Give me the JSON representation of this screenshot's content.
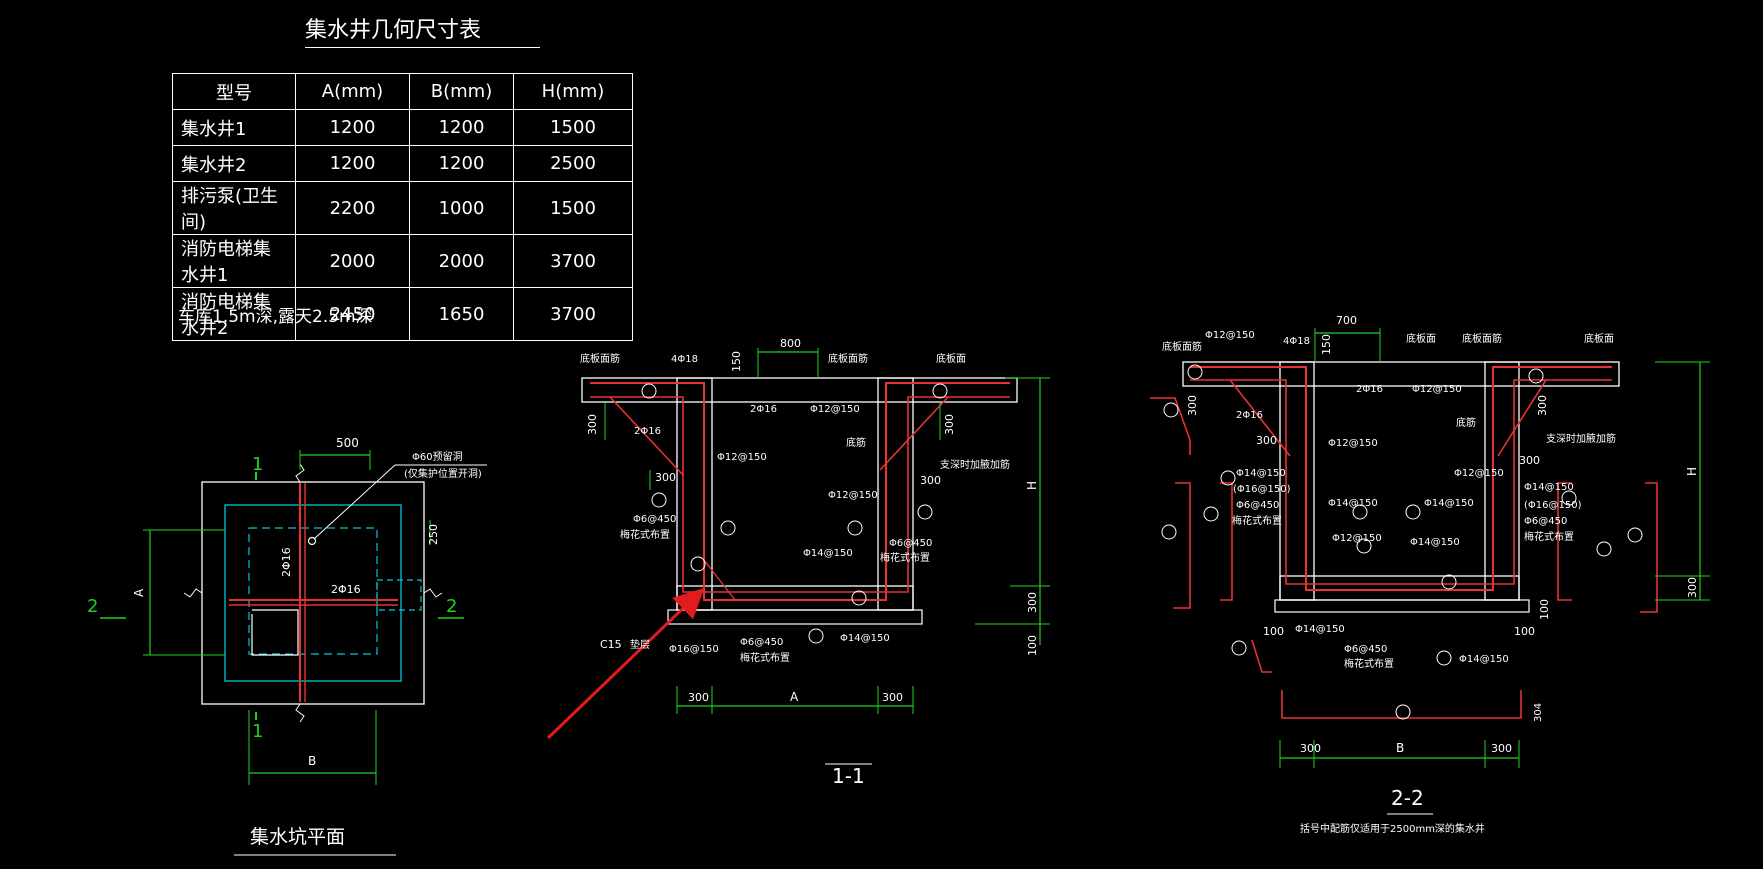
{
  "table": {
    "title": "集水井几何尺寸表",
    "headers": [
      "型号",
      "A(mm)",
      "B(mm)",
      "H(mm)"
    ],
    "rows": [
      [
        "集水井1",
        "1200",
        "1200",
        "1500"
      ],
      [
        "集水井2",
        "1200",
        "1200",
        "2500"
      ],
      [
        "排污泵(卫生间)",
        "2200",
        "1000",
        "1500"
      ],
      [
        "消防电梯集水井1",
        "2000",
        "2000",
        "3700"
      ],
      [
        "消防电梯集水井2",
        "2450",
        "1650",
        "3700"
      ]
    ],
    "note": "车库1.5m深,露天2.5m深"
  },
  "plan": {
    "title": "集水坑平面",
    "dim_top": "500",
    "dim_a": "A",
    "dim_b": "B",
    "dim_250": "250",
    "rebar_v": "2Φ16",
    "rebar_h": "2Φ16",
    "pipe_note1": "Φ60预留洞",
    "pipe_note2": "(仅集护位置开洞)",
    "section1": "1",
    "section2": "2"
  },
  "section_1_1": {
    "title": "1-1",
    "labels": {
      "d800": "800",
      "d150": "150",
      "d300a": "300",
      "d300b": "300",
      "d300c": "300",
      "d300d": "300",
      "d300e": "300",
      "d100": "100",
      "dH": "H",
      "dA": "A",
      "r418": "4Φ18",
      "r216a": "2Φ16",
      "r216b": "2Φ16",
      "r12_150a": "Φ12@150",
      "r12_150b": "Φ12@150",
      "r12_150c": "Φ12@150",
      "r14_150a": "Φ14@150",
      "r14_150b": "Φ14@150",
      "r16_150": "Φ16@150",
      "r6_450a": "Φ6@450",
      "r6_450b": "Φ6@450",
      "r6_450c": "Φ6@450",
      "plum1": "梅花式布置",
      "plum2": "梅花式布置",
      "plum3": "梅花式布置",
      "c15": "C15",
      "cushion": "垫层",
      "slab_face1": "底板面筋",
      "slab_face2": "底板面筋",
      "slab_bottom": "底板面",
      "bottom_bar": "底筋",
      "haunch": "支深时加腋加筋"
    }
  },
  "section_2_2": {
    "title": "2-2",
    "note": "括号中配筋仅适用于2500mm深的集水井",
    "labels": {
      "d700": "700",
      "d150": "150",
      "d300a": "300",
      "d300b": "300",
      "d300c": "300",
      "d300d": "300",
      "d300e": "300",
      "d300f": "300",
      "d100a": "100",
      "d100b": "100",
      "d100c": "100",
      "d300g": "300",
      "dH": "H",
      "dB": "B",
      "r418": "4Φ18",
      "r216a": "2Φ16",
      "r216b": "2Φ16",
      "r12_150a": "Φ12@150",
      "r12_150b": "Φ12@150",
      "r12_150c": "Φ12@150",
      "r12_150d": "Φ12@150",
      "r12_150e": "Φ12@150",
      "r14_150a": "Φ14@150",
      "r14_150b": "Φ14@150",
      "r14_150c": "Φ14@150",
      "r14_150d": "Φ14@150",
      "r14_150e": "Φ14@150",
      "r14_150f": "Φ14@150",
      "r14_150g": "Φ14@150",
      "r16_150a": "(Φ16@150)",
      "r16_150b": "(Φ16@150)",
      "r6_450a": "Φ6@450",
      "r6_450b": "Φ6@450",
      "r6_450c": "Φ6@450",
      "plum1": "梅花式布置",
      "plum2": "梅花式布置",
      "plum3": "梅花式布置",
      "slab_face1": "底板面",
      "slab_face2": "底板面筋",
      "slab_face3": "底板面",
      "bottom_bar": "底筋",
      "haunch": "支深时加腋加筋",
      "d304": "304"
    }
  },
  "colors": {
    "background": "#000000",
    "rebar": "#e53333",
    "dimension": "#1fd11f",
    "outline": "#ffffff",
    "plan_inner": "#00c8d8",
    "arrow": "#e21c1c"
  }
}
